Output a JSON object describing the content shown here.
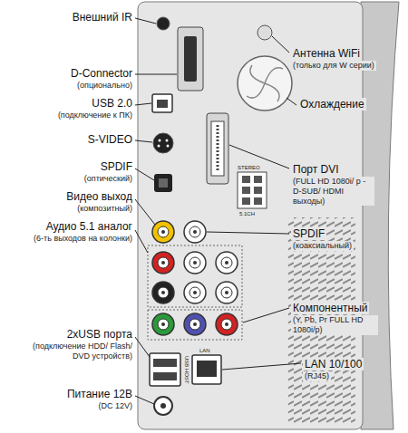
{
  "diagram": {
    "labels": [
      "Внешний IR",
      "D-Connector",
      "(опционально)",
      "USB 2.0",
      "(подключение к ПК)",
      "S-VIDEO",
      "SPDIF",
      "(оптический)",
      "Видео выход",
      "(композитный)",
      "Аудио 5.1 аналог",
      "(6-ть выходов на колонки)",
      "2xUSB порта",
      "(подключение HDD/ Flash/ DVD устройств)",
      "Питание 12В",
      "(DC 12V)",
      "Антенна WiFi",
      "(только для W серии)",
      "Охлаждение",
      "Порт DVI",
      "(FULL HD 1080i/ p - D-SUB/ HDMI выходы)",
      "SPDIF",
      "(коаксиальный)",
      "Компонентный",
      "(Y, Pb, Pr FULL HD 1080i/p)",
      "LAN 10/100",
      "(RJ45)",
      "STEREO",
      "5.1CH",
      "USB HOST",
      "LAN"
    ]
  }
}
